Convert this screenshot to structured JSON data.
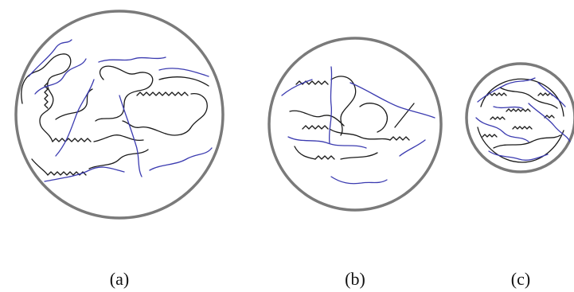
{
  "panels": [
    {
      "id": "a",
      "label": "(a)"
    },
    {
      "id": "b",
      "label": "(b)"
    },
    {
      "id": "c",
      "label": "(c)"
    }
  ],
  "colors": {
    "outline": "#7a7a7a",
    "chain_black": "#1a1a1a",
    "chain_blue": "#3b3bb0"
  }
}
